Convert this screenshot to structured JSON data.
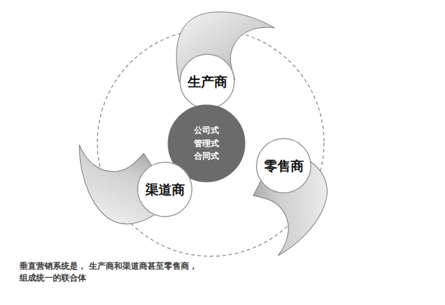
{
  "diagram": {
    "caption": "垂直营销系统是， 生产商和渠道商甚至零售商，组成统一的联合体",
    "nodes": [
      {
        "text": [
          "生产商"
        ]
      },
      {
        "text": [
          "公司式 管理式 合同式"
        ]
      },
      {
        "text": [
          "零售商"
        ]
      },
      {
        "text": [
          "渠道商"
        ]
      }
    ]
  }
}
